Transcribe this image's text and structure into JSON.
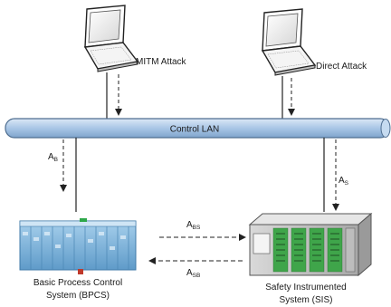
{
  "network": {
    "bus_label": "Control LAN"
  },
  "laptops": [
    {
      "label": "MITM Attack",
      "icon": "laptop-icon"
    },
    {
      "label": "Direct Attack",
      "icon": "laptop-icon"
    }
  ],
  "flows": {
    "a_b": {
      "main": "A",
      "sub": "B"
    },
    "a_s": {
      "main": "A",
      "sub": "S"
    },
    "a_bs": {
      "main": "A",
      "sub": "BS"
    },
    "a_sb": {
      "main": "A",
      "sub": "SB"
    }
  },
  "devices": {
    "bpcs": {
      "line1": "Basic Process Control",
      "line2": "System (BPCS)",
      "icon": "plc-rack-icon"
    },
    "sis": {
      "line1": "Safety Instrumented",
      "line2": "System (SIS)",
      "icon": "plc-cabinet-icon"
    }
  },
  "colors": {
    "bus_fill": "#a9c6e6",
    "bus_stroke": "#4f6e90",
    "bpcs_body": "#7fb6dc",
    "sis_body": "#c8c8c8",
    "line": "#222222"
  }
}
